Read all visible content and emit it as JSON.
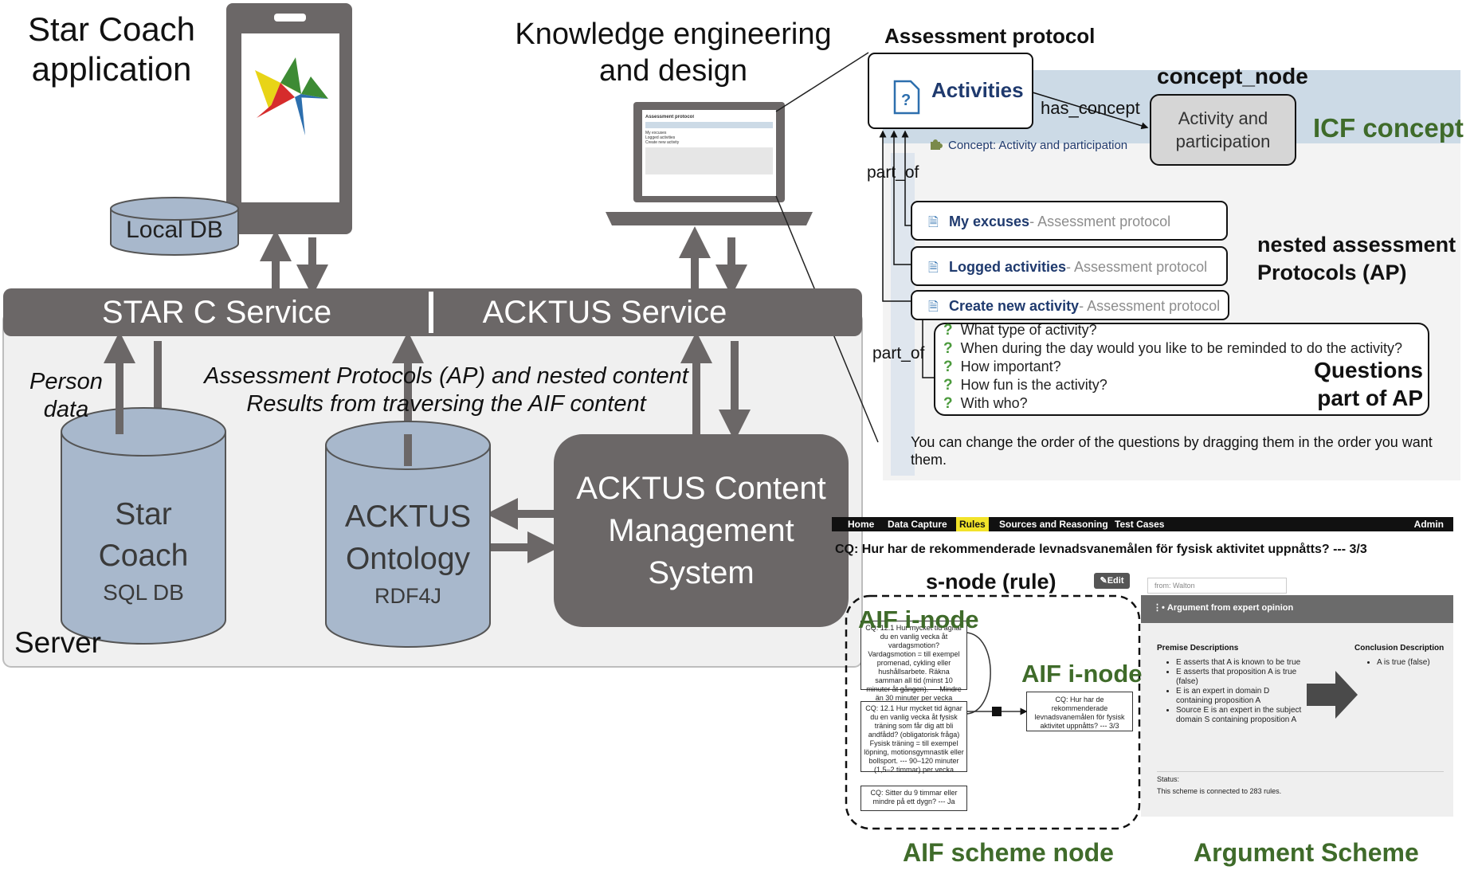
{
  "star_coach": {
    "title_line1": "Star Coach",
    "title_line2": "application",
    "local_db": "Local DB"
  },
  "knowledge": {
    "title_line1": "Knowledge  engineering",
    "title_line2": "and design"
  },
  "services": {
    "starc": "STAR C Service",
    "acktus": "ACKTUS Service"
  },
  "server": {
    "label": "Server",
    "person_data_line1": "Person",
    "person_data_line2": "data",
    "flow_line1": "Assessment Protocols (AP) and nested content",
    "flow_line2": "Results from traversing the AIF content",
    "star_db": {
      "line1": "Star",
      "line2": "Coach",
      "line3": "SQL DB"
    },
    "ontology": {
      "line1": "ACKTUS",
      "line2": "Ontology",
      "line3": "RDF4J"
    },
    "cms": {
      "line1": "ACKTUS Content",
      "line2": "Management",
      "line3": "System"
    }
  },
  "assessment": {
    "title": "Assessment protocol",
    "activities": "Activities",
    "has_concept": "has_concept",
    "concept_node_title": "concept_node",
    "concept_node_line1": "Activity and",
    "concept_node_line2": "participation",
    "icf_concept": "ICF concept",
    "concept_caption": "Concept: Activity and participation",
    "part_of_1": "part_of",
    "part_of_2": "part_of",
    "nested_label_line1": "nested assessment",
    "nested_label_line2": "Protocols (AP)",
    "nested": [
      {
        "name": "My excuses",
        "suffix": "- Assessment protocol"
      },
      {
        "name": "Logged activities",
        "suffix": "- Assessment protocol"
      },
      {
        "name": "Create new activity",
        "suffix": "- Assessment protocol"
      }
    ],
    "questions": [
      "What type of activity?",
      "When during the day would you like to be reminded to do the activity?",
      "How important?",
      "How fun is the activity?",
      "With who?"
    ],
    "questions_label_line1": "Questions",
    "questions_label_line2": "part of AP",
    "drag_note_line1": "You can change the order of the questions by dragging them in the order you want",
    "drag_note_line2": "them."
  },
  "rules_screen": {
    "nav": [
      "Home",
      "Data Capture",
      "Rules",
      "Sources and Reasoning",
      "Test Cases"
    ],
    "nav_admin": "Admin",
    "cq": "CQ: Hur har de rekommenderade levnadsvanemålen för fysisk aktivitet uppnåtts? --- 3/3",
    "s_node": "s-node (rule)",
    "edit": "Edit",
    "from": "from: Walton",
    "aif_inode_1": "AIF i-node",
    "aif_inode_2": "AIF i-node",
    "inode_text_1": "CQ: 12.1 Hur mycket tid ägnar du en vanlig vecka åt vardagsmotion? Vardagsmotion = till exempel promenad, cykling eller hushållsarbete. Räkna samman all tid (minst 10 minuter åt gången). --- Mindre än 30 minuter per vecka",
    "inode_text_2": "CQ: 12.1 Hur mycket tid ägnar du en vanlig vecka åt fysisk träning som får dig att bli andfådd? (obligatorisk fråga) Fysisk träning = till exempel löpning, motionsgymnastik eller bollsport. --- 90–120 minuter (1,5–2 timmar) per vecka",
    "inode_text_3": "CQ: Sitter du 9 timmar eller mindre på ett dygn? --- Ja",
    "inode_text_4": "CQ: Hur har de rekommenderade levnadsvanemålen för fysisk aktivitet uppnåtts? --- 3/3",
    "arg_title": "Argument from expert opinion",
    "premise_header": "Premise Descriptions",
    "premises": [
      "E asserts that A is known to be true",
      "E asserts that proposition A is true (false)",
      "E is an expert in domain D containing proposition A",
      "Source E is an expert in the subject domain S containing proposition A"
    ],
    "conclusion_header": "Conclusion Description",
    "conclusion": "A is true (false)",
    "status_label": "Status:",
    "status_text": "This scheme is connected to 283 rules.",
    "aif_scheme_node": "AIF scheme node",
    "argument_scheme": "Argument Scheme"
  },
  "laptop_screen": {
    "title": "Assessment protocol",
    "lines": [
      "My excuses",
      "Logged activities",
      "Create new activity"
    ]
  },
  "colors": {
    "grey_dark": "#6b6767",
    "cylinder": "#a8b8cc",
    "accent_green": "#3f6b2a",
    "panel_blue": "#ccdae6"
  }
}
